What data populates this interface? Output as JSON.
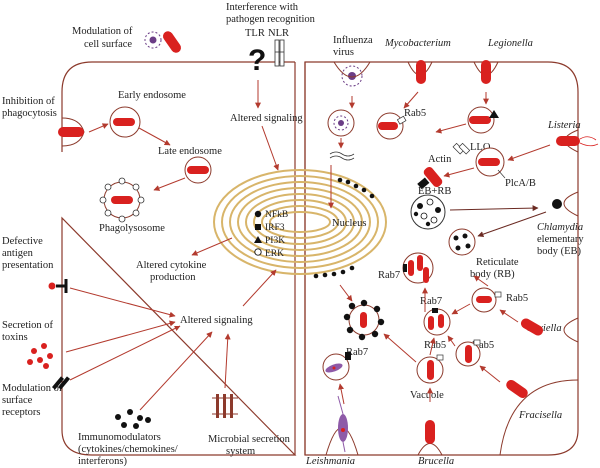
{
  "labels": {
    "modulation_cell_surface": [
      "Modulation of",
      "cell surface"
    ],
    "interference": [
      "Interference with",
      "pathogen recognition"
    ],
    "tlr": "TLR",
    "nlr": "NLR",
    "influenza": [
      "Influenza",
      "virus"
    ],
    "mycobacterium": "Mycobacterium",
    "legionella": "Legionella",
    "inhibition_phagocytosis": [
      "Inhibition of",
      "phagocytosis"
    ],
    "early_endosome": "Early endosome",
    "late_endosome": "Late endosome",
    "phagolysosome": "Phagolysosome",
    "altered_signaling_top": "Altered signaling",
    "altered_signaling_bottom": "Altered signaling",
    "rab5_myco": "Rab5",
    "llo": "LLO",
    "listeria": "Listeria",
    "actin": "Actin",
    "plca": "PlcA/B",
    "ebrb": "EB+RB",
    "nucleus": "Nucleus",
    "chlamydia": [
      "Chlamydia",
      "elementary",
      "body (EB)"
    ],
    "reticulate": [
      "Reticulate",
      "body (RB)"
    ],
    "nfkb": "NFkB",
    "irf3": "IRF3",
    "pi3k": "PI3K",
    "erk": "ERK",
    "altered_cytokine": [
      "Altered cytokine",
      "production"
    ],
    "defective_antigen": [
      "Defective",
      "antigen",
      "presentation"
    ],
    "rab7_a": "Rab7",
    "rab7_b": "Rab7",
    "rab7_c": "Rab7",
    "rab5_a": "Rab5",
    "rab5_b": "Rab5",
    "rab5_c": "Rab5",
    "coxiella": "Coxiella",
    "secretion_toxins": [
      "Secretion of",
      "toxins"
    ],
    "vacuole": "Vacuole",
    "modulation_surface": [
      "Modulation of",
      "surface",
      "receptors"
    ],
    "fracisella": "Fracisella",
    "immunomodulators": [
      "Immunomodulators",
      "(cytokines/chemokines/",
      "interferons)"
    ],
    "microbial_secretion": [
      "Microbial secretion",
      "system"
    ],
    "leishmania": "Leishmania",
    "brucella": "Brucella"
  },
  "colors": {
    "pathogen_red": "#d9211f",
    "membrane_brown": "#8c3a2c",
    "er_gold": "#d8b56a",
    "virus_purple": "#6b3d86",
    "leishmania_purple": "#8e5aa8"
  }
}
